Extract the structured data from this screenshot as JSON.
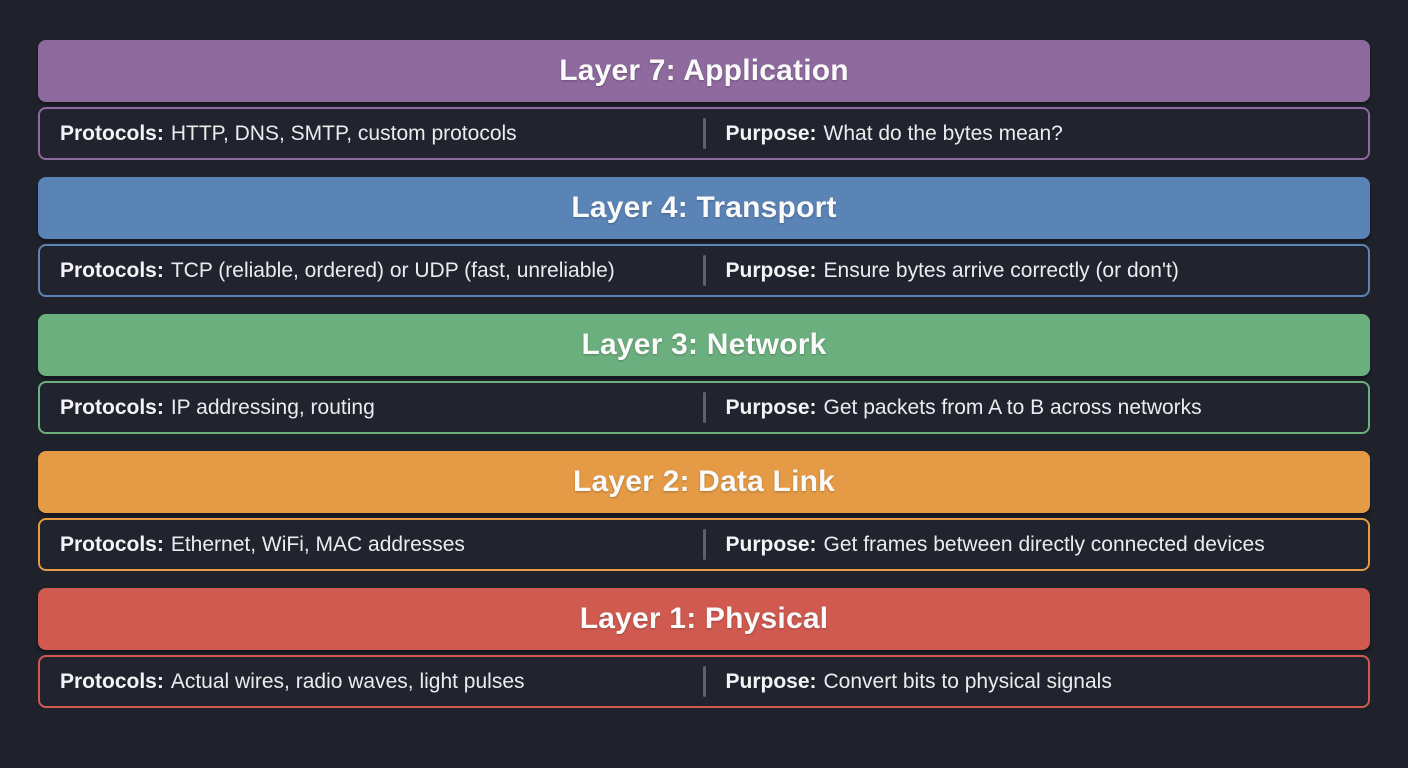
{
  "page": {
    "background": "#1f222b"
  },
  "labels": {
    "protocols": "Protocols:",
    "purpose": "Purpose:"
  },
  "layers": [
    {
      "id": "layer-7-application",
      "title": "Layer 7: Application",
      "color": "#8f6a9e",
      "protocols": "HTTP, DNS, SMTP, custom protocols",
      "purpose": "What do the bytes mean?"
    },
    {
      "id": "layer-4-transport",
      "title": "Layer 4: Transport",
      "color": "#5b84b6",
      "protocols": "TCP (reliable, ordered) or UDP (fast, unreliable)",
      "purpose": "Ensure bytes arrive correctly (or don't)"
    },
    {
      "id": "layer-3-network",
      "title": "Layer 3: Network",
      "color": "#6caf7e",
      "protocols": "IP addressing, routing",
      "purpose": "Get packets from A to B across networks"
    },
    {
      "id": "layer-2-data-link",
      "title": "Layer 2: Data Link",
      "color": "#e59b45",
      "protocols": "Ethernet, WiFi, MAC addresses",
      "purpose": "Get frames between directly connected devices"
    },
    {
      "id": "layer-1-physical",
      "title": "Layer 1: Physical",
      "color": "#d05a50",
      "protocols": "Actual wires, radio waves, light pulses",
      "purpose": "Convert bits to physical signals"
    }
  ]
}
